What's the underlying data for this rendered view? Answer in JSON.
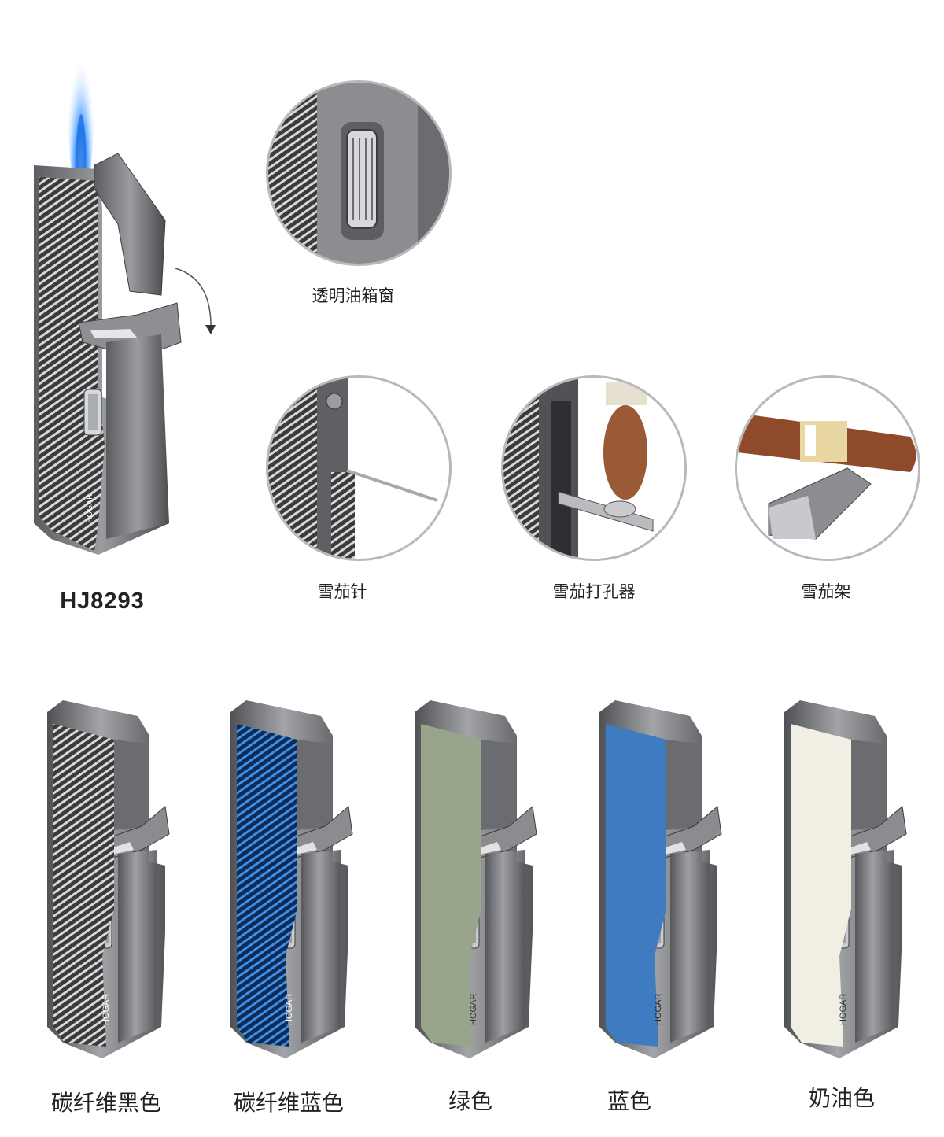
{
  "product": {
    "model": "HJ8293",
    "brand_mark": "HOGAR"
  },
  "features": [
    {
      "key": "fuel_window",
      "label": "透明油箱窗"
    },
    {
      "key": "cigar_pin",
      "label": "雪茄针"
    },
    {
      "key": "cigar_punch",
      "label": "雪茄打孔器"
    },
    {
      "key": "cigar_rest",
      "label": "雪茄架"
    }
  ],
  "variants": [
    {
      "label": "碳纤维黑色",
      "panel": "carbon-black"
    },
    {
      "label": "碳纤维蓝色",
      "panel": "carbon-blue"
    },
    {
      "label": "绿色",
      "panel": "#98a58a"
    },
    {
      "label": "蓝色",
      "panel": "#3f7bc0"
    },
    {
      "label": "奶油色",
      "panel": "#f1eee3"
    }
  ],
  "colors": {
    "flame": "#2f8fff",
    "metal": "#7a7c80",
    "metal_dark": "#4a4c50"
  }
}
